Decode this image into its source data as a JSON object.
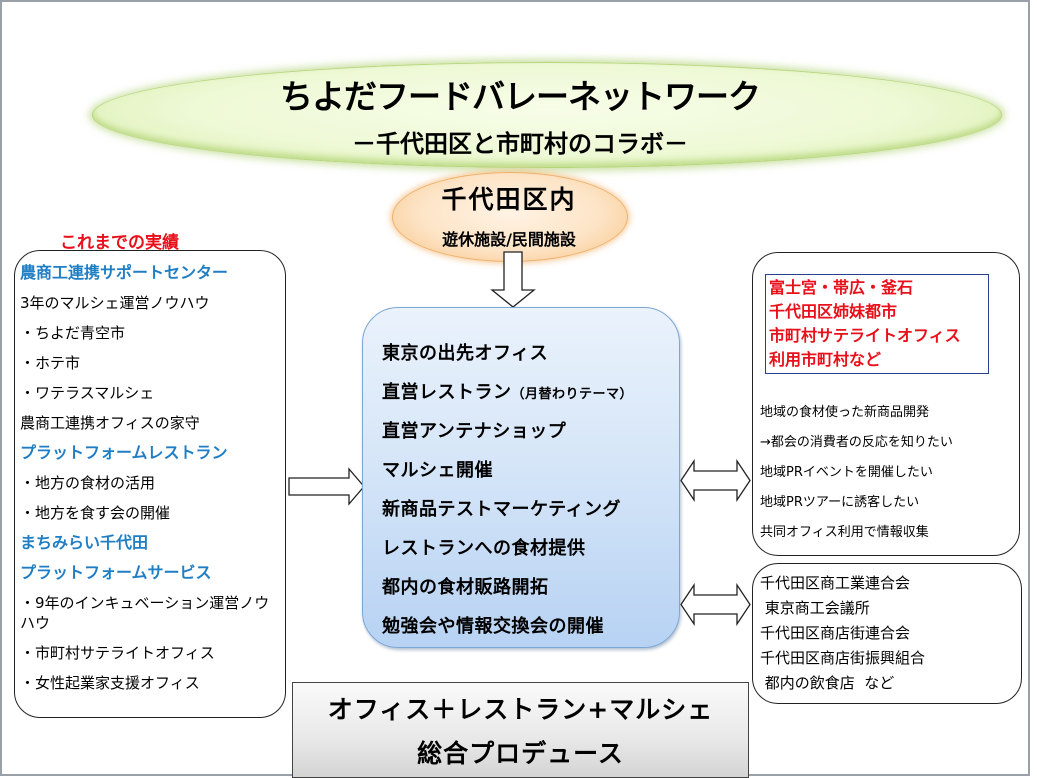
{
  "title": {
    "main": "ちよだフードバレーネットワーク",
    "subtitle": "－千代田区と市町村のコラボ－"
  },
  "district": {
    "title": "千代田区内",
    "subtitle": "遊休施設/民間施設"
  },
  "left_panel": {
    "caption": "これまでの実績",
    "items": [
      {
        "text": "農商工連携サポートセンター",
        "type": "heading"
      },
      {
        "text": "3年のマルシェ運営ノウハウ",
        "type": "text"
      },
      {
        "text": "・ちよだ青空市",
        "type": "text"
      },
      {
        "text": "・ホテ市",
        "type": "text"
      },
      {
        "text": "・ワテラスマルシェ",
        "type": "text"
      },
      {
        "text": "農商工連携オフィスの家守",
        "type": "text"
      },
      {
        "text": "プラットフォームレストラン",
        "type": "heading"
      },
      {
        "text": "・地方の食材の活用",
        "type": "text"
      },
      {
        "text": "・地方を食す会の開催",
        "type": "text"
      },
      {
        "text": "まちみらい千代田",
        "type": "heading"
      },
      {
        "text": "プラットフォームサービス",
        "type": "heading"
      },
      {
        "text": "・9年のインキュベーション運営ノウハウ",
        "type": "wrap"
      },
      {
        "text": "・市町村サテライトオフィス",
        "type": "text"
      },
      {
        "text": "・女性起業家支援オフィス",
        "type": "text"
      }
    ]
  },
  "center_box": {
    "items": [
      {
        "text": "東京の出先オフィス",
        "note": ""
      },
      {
        "text": "直営レストラン",
        "note": "（月替わりテーマ）"
      },
      {
        "text": "直営アンテナショップ",
        "note": ""
      },
      {
        "text": "マルシェ開催",
        "note": ""
      },
      {
        "text": "新商品テストマーケティング",
        "note": ""
      },
      {
        "text": "レストランへの食材提供",
        "note": ""
      },
      {
        "text": "都内の食材販路開拓",
        "note": ""
      },
      {
        "text": "勉強会や情報交換会の開催",
        "note": ""
      }
    ]
  },
  "right_top_panel": {
    "cities": [
      "富士宮・帯広・釜石",
      "千代田区姉妹都市",
      "市町村サテライトオフィス",
      "利用市町村など"
    ],
    "needs": [
      "地域の食材使った新商品開発",
      "→都会の消費者の反応を知りたい",
      "地域PRイベントを開催したい",
      "地域PRツアーに誘客したい",
      "共同オフィス利用で情報収集"
    ]
  },
  "right_bottom_panel": {
    "partners": [
      "千代田区商工業連合会",
      " 東京商工会議所",
      "千代田区商店街連合会",
      "千代田区商店街振興組合",
      " 都内の飲食店  など"
    ]
  },
  "produce_box": {
    "line1": "オフィス＋レストラン+マルシェ",
    "line2": "総合プロデュース"
  },
  "colors": {
    "heading_blue": "#1f7ec4",
    "accent_red": "#e8101a",
    "title_green": "#c4e08a",
    "district_orange": "#f2b56c",
    "center_blue": "#b7d2f3"
  }
}
